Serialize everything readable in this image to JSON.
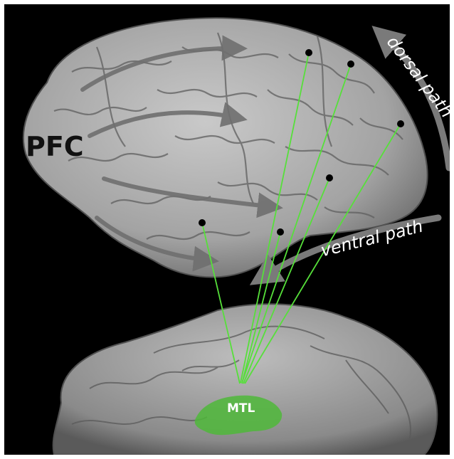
{
  "labels": {
    "pfc": "PFC",
    "mtl": "MTL",
    "dorsal_path": "dorsal path",
    "ventral_path": "ventral path"
  },
  "colors": {
    "background": "#000000",
    "brain": "#a9a9a9",
    "arrow": "#6f6f6f",
    "connection": "#56e03a",
    "mtl_region": "#4fb83a"
  },
  "cortical_sites_count": 6
}
